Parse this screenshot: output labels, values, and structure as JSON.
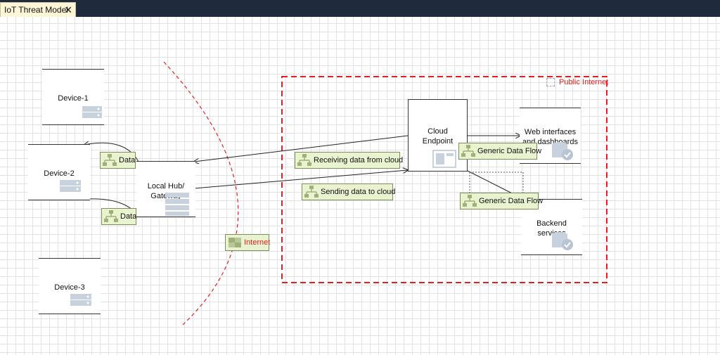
{
  "tab": {
    "title": "IoT Threat Model",
    "close": "✕"
  },
  "nodes": {
    "device1": "Device-1",
    "device2": "Device-2",
    "device3": "Device-3",
    "hub": "Local Hub/\nGateway",
    "cloud": "Cloud\nEndpoint",
    "web": "Web interfaces\nand dashboards",
    "backend": "Backend\nservices"
  },
  "flows": {
    "data1": "Data",
    "data2": "Data",
    "receiving": "Receiving data from cloud",
    "sending": "Sending data to cloud",
    "generic1": "Generic Data Flow",
    "generic2": "Generic Data Flow"
  },
  "boundaries": {
    "internet": "Internet",
    "public_internet": "Public Internet"
  },
  "colors": {
    "boundary": "#e02020",
    "flow_fill": "#e9f3d0",
    "titlebar": "#1f2a3d"
  },
  "icons": {
    "device": "server-rack-icon",
    "process": "database-check-icon",
    "flow": "network-flow-icon"
  }
}
